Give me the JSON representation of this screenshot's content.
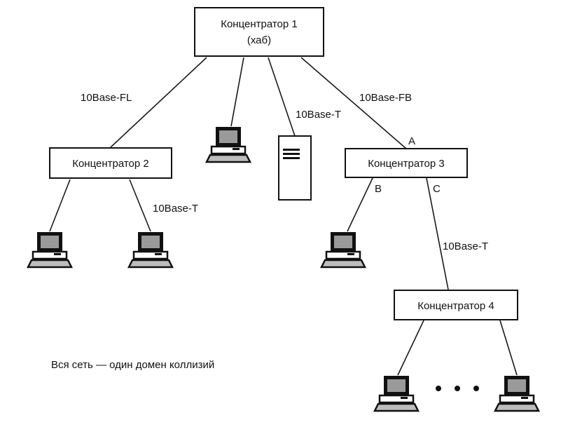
{
  "diagram": {
    "hubs": {
      "hub1": {
        "line1": "Концентратор 1",
        "line2": "(хаб)"
      },
      "hub2": {
        "label": "Концентратор 2"
      },
      "hub3": {
        "label": "Концентратор 3"
      },
      "hub4": {
        "label": "Концентратор 4"
      }
    },
    "links": {
      "hub1_hub2": "10Base-FL",
      "hub1_server": "10Base-T",
      "hub1_hub3": "10Base-FB",
      "hub2_pc": "10Base-T",
      "hub3_hub4": "10Base-T"
    },
    "ports": {
      "a": "A",
      "b": "B",
      "c": "C"
    },
    "ellipsis": "• • •",
    "caption": "Вся сеть — один домен коллизий",
    "colors": {
      "line": "#111111",
      "screen": "#9a9a9a",
      "background": "#ffffff"
    }
  }
}
